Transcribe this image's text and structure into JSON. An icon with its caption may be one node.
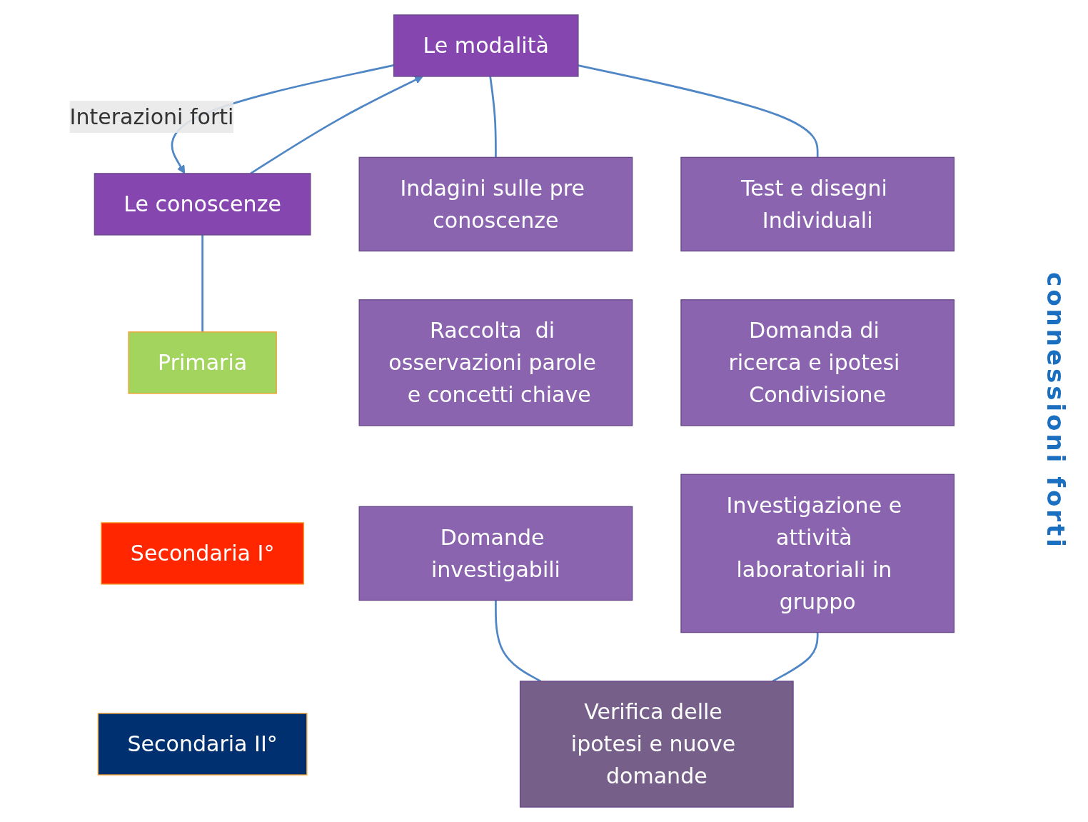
{
  "diagram": {
    "nodes": [
      {
        "text": [
          "Le  modalità"
        ]
      },
      {
        "text": [
          "Le conoscenze"
        ]
      },
      {
        "text": [
          "Indagini sulle pre conoscenze"
        ]
      },
      {
        "text": [
          "Test e disegni Individuali"
        ]
      },
      {
        "text": [
          "Raccolta  di osservazioni parole  e concetti chiave"
        ]
      },
      {
        "text": [
          "Domanda di ricerca e ipotesi Condivisione"
        ]
      },
      {
        "text": [
          "Domande investigabili"
        ]
      },
      {
        "text": [
          "Investigazione e attività laboratoriali in gruppo"
        ]
      },
      {
        "text": [
          "Verifica delle ipotesi e nuove domande"
        ]
      },
      {
        "text": [
          "Primaria"
        ]
      },
      {
        "text": [
          "Secondaria I°"
        ]
      },
      {
        "text": [
          "Secondaria II°"
        ]
      }
    ],
    "edges": [
      {
        "from": 0,
        "to": 1,
        "arrow": "to",
        "label": "Interazioni forti"
      },
      {
        "from": 1,
        "to": 0,
        "arrow": "to"
      },
      {
        "from": 0,
        "to": 2,
        "arrow": "none"
      },
      {
        "from": 0,
        "to": 3,
        "arrow": "none"
      },
      {
        "from": 1,
        "to": 9,
        "arrow": "none"
      },
      {
        "from": 6,
        "to": 8,
        "arrow": "none"
      },
      {
        "from": 7,
        "to": 8,
        "arrow": "none"
      }
    ],
    "labels": [
      "connessioni forti"
    ]
  }
}
